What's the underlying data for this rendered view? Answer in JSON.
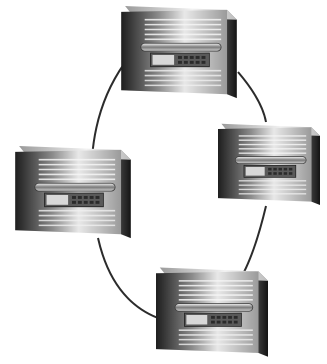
{
  "diagram": {
    "topology": "ring",
    "node_icon": "server-appliance-icon",
    "nodes": [
      {
        "id": "node-top"
      },
      {
        "id": "node-right"
      },
      {
        "id": "node-bottom"
      },
      {
        "id": "node-left"
      }
    ],
    "links": [
      {
        "from": "node-top",
        "to": "node-right"
      },
      {
        "from": "node-right",
        "to": "node-bottom"
      },
      {
        "from": "node-bottom",
        "to": "node-left"
      },
      {
        "from": "node-left",
        "to": "node-top"
      }
    ],
    "colors": {
      "link": "#2b2b2b",
      "body_dark": "#1e1e1e",
      "body_mid": "#8a8a8a",
      "body_light": "#e8e8e8",
      "side": "#2a2a2a",
      "top_face": "#dedede"
    }
  }
}
